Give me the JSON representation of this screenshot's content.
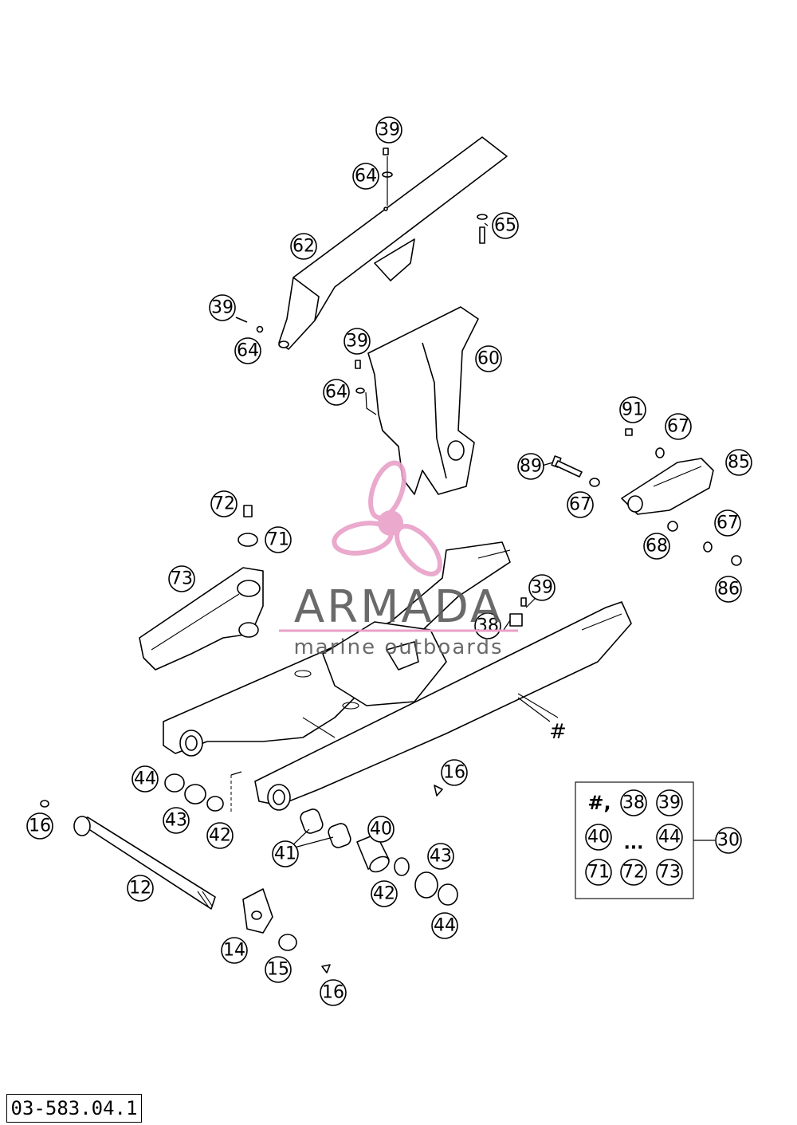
{
  "diagram": {
    "callouts": [
      {
        "id": "c39a",
        "label": "39"
      },
      {
        "id": "c64a",
        "label": "64"
      },
      {
        "id": "c65",
        "label": "65"
      },
      {
        "id": "c62",
        "label": "62"
      },
      {
        "id": "c39b",
        "label": "39"
      },
      {
        "id": "c64b",
        "label": "64"
      },
      {
        "id": "c39c",
        "label": "39"
      },
      {
        "id": "c60",
        "label": "60"
      },
      {
        "id": "c64c",
        "label": "64"
      },
      {
        "id": "c91",
        "label": "91"
      },
      {
        "id": "c67a",
        "label": "67"
      },
      {
        "id": "c89",
        "label": "89"
      },
      {
        "id": "c85",
        "label": "85"
      },
      {
        "id": "c67b",
        "label": "67"
      },
      {
        "id": "c67c",
        "label": "67"
      },
      {
        "id": "c68",
        "label": "68"
      },
      {
        "id": "c86",
        "label": "86"
      },
      {
        "id": "c72a",
        "label": "72"
      },
      {
        "id": "c71a",
        "label": "71"
      },
      {
        "id": "c73a",
        "label": "73"
      },
      {
        "id": "c39d",
        "label": "39"
      },
      {
        "id": "c38a",
        "label": "38"
      },
      {
        "id": "c16a",
        "label": "16"
      },
      {
        "id": "c44a",
        "label": "44"
      },
      {
        "id": "c43a",
        "label": "43"
      },
      {
        "id": "c42a",
        "label": "42"
      },
      {
        "id": "c16b",
        "label": "16"
      },
      {
        "id": "c41",
        "label": "41"
      },
      {
        "id": "c40a",
        "label": "40"
      },
      {
        "id": "c43b",
        "label": "43"
      },
      {
        "id": "c42b",
        "label": "42"
      },
      {
        "id": "c44b",
        "label": "44"
      },
      {
        "id": "c12",
        "label": "12"
      },
      {
        "id": "c14",
        "label": "14"
      },
      {
        "id": "c15",
        "label": "15"
      },
      {
        "id": "c16c",
        "label": "16"
      },
      {
        "id": "c30",
        "label": "30"
      }
    ],
    "swingarm_mark": "#",
    "kit_box": {
      "hash_label": "#,",
      "row1": [
        "38",
        "39"
      ],
      "row2_first": "40",
      "ellipsis": "...",
      "row2_last": "44",
      "row3": [
        "71",
        "72",
        "73"
      ]
    },
    "drawing_number": "03-583.04.1"
  },
  "watermark": {
    "brand": "ARMADA",
    "tagline": "marine outboards",
    "accent_color": "#e8a0c8"
  }
}
